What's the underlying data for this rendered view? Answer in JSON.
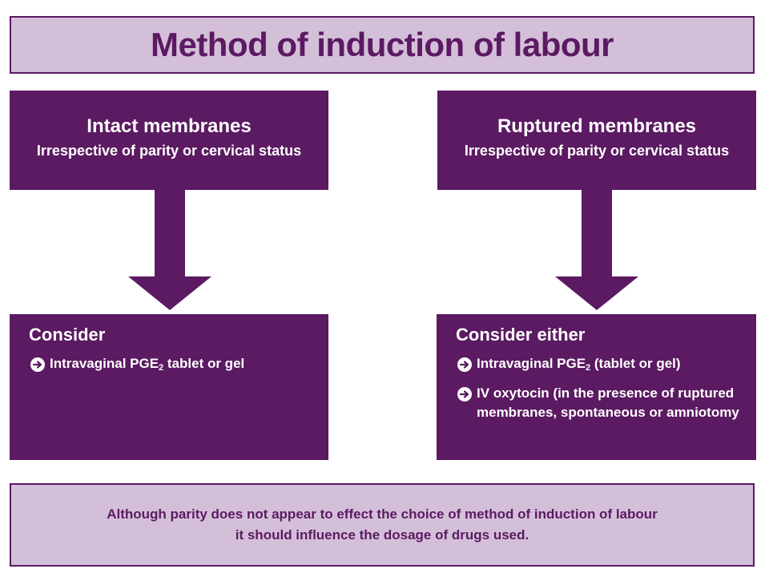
{
  "title": "Method of induction of labour",
  "colors": {
    "primary": "#5b1a62",
    "light": "#d4bfd9",
    "text_on_primary": "#ffffff"
  },
  "left": {
    "heading": "Intact membranes",
    "subheading": "Irrespective of parity or cervical status",
    "consider_heading": "Consider",
    "options": [
      {
        "before": "Intravaginal PGE",
        "sub": "2",
        "after": " tablet or gel"
      }
    ]
  },
  "right": {
    "heading": "Ruptured membranes",
    "subheading": "Irrespective of parity or cervical status",
    "consider_heading": "Consider either",
    "options": [
      {
        "before": "Intravaginal PGE",
        "sub": "2",
        "after": " (tablet or gel)"
      },
      {
        "before": "IV oxytocin (in the presence of ruptured membranes, spontaneous or amniotomy",
        "sub": "",
        "after": ""
      }
    ]
  },
  "footer": {
    "line1": "Although parity does not appear to effect the choice of method of induction of labour",
    "line2": "it should influence the dosage of drugs used."
  },
  "icons": {
    "bullet": "circle-arrow-right-icon",
    "connector": "arrow-down-icon"
  }
}
